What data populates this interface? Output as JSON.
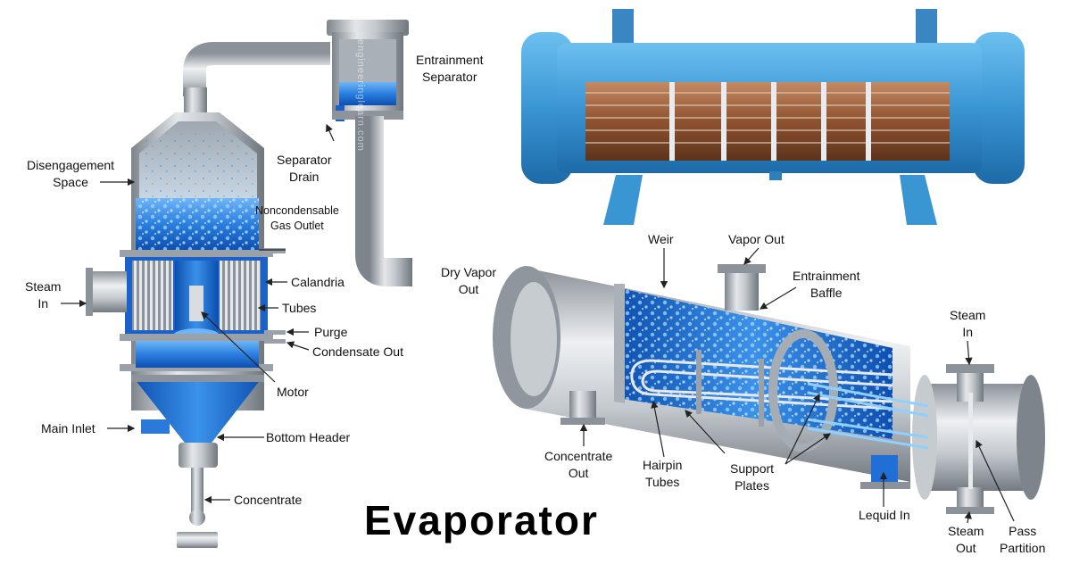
{
  "title": "Evaporator",
  "watermark": "engineeringlearn.com",
  "colors": {
    "steel": "#b9bec4",
    "steel_dark": "#7f868d",
    "liquid": "#1f6fd6",
    "liquid_light": "#5aa8f5",
    "shell_blue": "#3d9ad6",
    "copper": "#a0623d",
    "text": "#111111"
  },
  "vertical_evaporator": {
    "labels": {
      "entrainment_separator": [
        "Entrainment",
        "Separator"
      ],
      "separator_drain": [
        "Separator",
        "Drain"
      ],
      "disengagement_space": [
        "Disengagement",
        "Space"
      ],
      "noncondensable_gas_outlet": [
        "Noncondensable",
        "Gas Outlet"
      ],
      "dry_vapor_out": [
        "Dry Vapor",
        "Out"
      ],
      "steam_in": [
        "Steam",
        "In"
      ],
      "calandria": "Calandria",
      "tubes": "Tubes",
      "purge": "Purge",
      "condensate_out": "Condensate Out",
      "motor": "Motor",
      "main_inlet": "Main Inlet",
      "bottom_header": "Bottom Header",
      "concentrate": "Concentrate"
    }
  },
  "horizontal_evaporator": {
    "labels": {
      "weir": "Weir",
      "vapor_out": "Vapor Out",
      "entrainment_baffle": [
        "Entrainment",
        "Baffle"
      ],
      "steam_in": [
        "Steam",
        "In"
      ],
      "concentrate_out": [
        "Concentrate",
        "Out"
      ],
      "hairpin_tubes": [
        "Hairpin",
        "Tubes"
      ],
      "support_plates": [
        "Support",
        "Plates"
      ],
      "liquid_in": "Lequid In",
      "steam_out": [
        "Steam",
        "Out"
      ],
      "pass_partition": [
        "Pass",
        "Partition"
      ]
    }
  }
}
